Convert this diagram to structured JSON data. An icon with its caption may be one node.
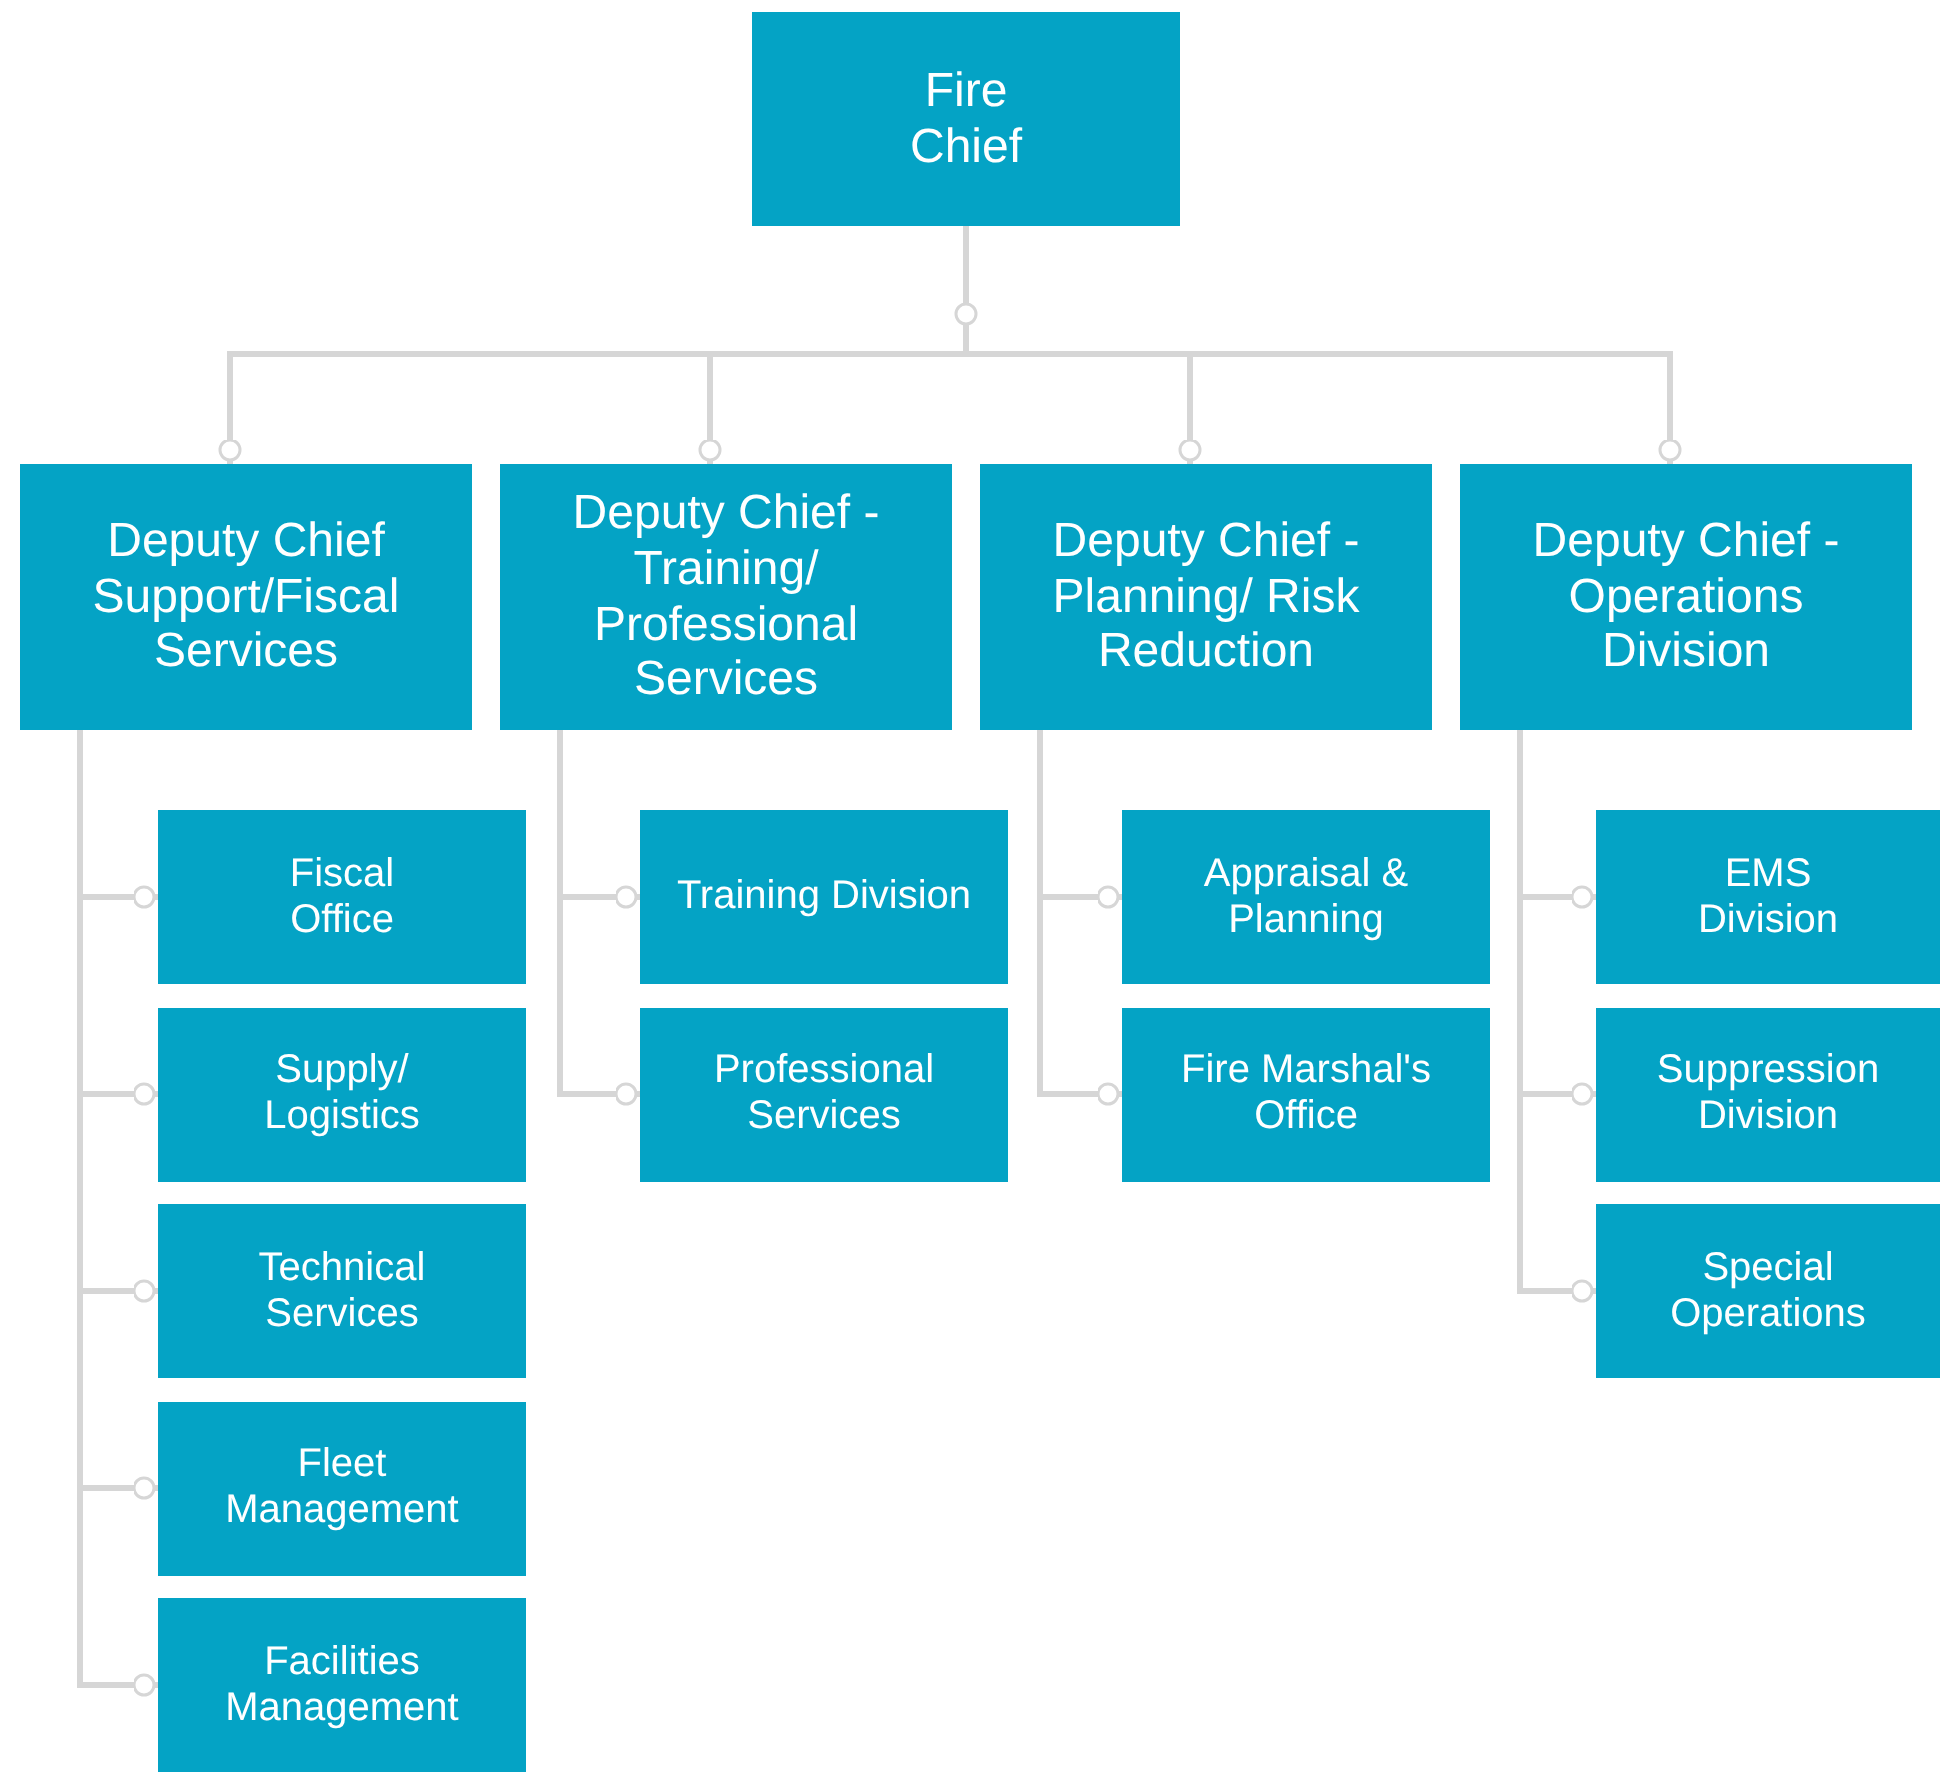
{
  "diagram": {
    "nodes": [
      {
        "text": [
          "Fire Chief"
        ]
      },
      {
        "text": [
          "Deputy Chief Support/Fiscal Services"
        ]
      },
      {
        "text": [
          "Deputy Chief - Training/ Professional Services"
        ]
      },
      {
        "text": [
          "Deputy Chief - Planning/ Risk Reduction"
        ]
      },
      {
        "text": [
          "Deputy Chief - Operations Division"
        ]
      },
      {
        "text": [
          "Fiscal Office"
        ]
      },
      {
        "text": [
          "Supply/ Logistics"
        ]
      },
      {
        "text": [
          "Technical Services"
        ]
      },
      {
        "text": [
          "Fleet Management"
        ]
      },
      {
        "text": [
          "Facilities Management"
        ]
      },
      {
        "text": [
          "Training Division"
        ]
      },
      {
        "text": [
          "Professional Services"
        ]
      },
      {
        "text": [
          "Appraisal & Planning"
        ]
      },
      {
        "text": [
          "Fire Marshal's Office"
        ]
      },
      {
        "text": [
          "EMS Division"
        ]
      },
      {
        "text": [
          "Suppression Division"
        ]
      },
      {
        "text": [
          "Special Operations"
        ]
      }
    ],
    "edges": [
      {
        "from": 0,
        "to": 1,
        "arrow": "other"
      },
      {
        "from": 0,
        "to": 2,
        "arrow": "other"
      },
      {
        "from": 0,
        "to": 3,
        "arrow": "other"
      },
      {
        "from": 0,
        "to": 4,
        "arrow": "other"
      },
      {
        "from": 1,
        "to": 5,
        "arrow": "other"
      },
      {
        "from": 1,
        "to": 6,
        "arrow": "other"
      },
      {
        "from": 1,
        "to": 7,
        "arrow": "other"
      },
      {
        "from": 1,
        "to": 8,
        "arrow": "other"
      },
      {
        "from": 1,
        "to": 9,
        "arrow": "other"
      },
      {
        "from": 2,
        "to": 10,
        "arrow": "other"
      },
      {
        "from": 2,
        "to": 11,
        "arrow": "other"
      },
      {
        "from": 3,
        "to": 12,
        "arrow": "other"
      },
      {
        "from": 3,
        "to": 13,
        "arrow": "other"
      },
      {
        "from": 4,
        "to": 14,
        "arrow": "other"
      },
      {
        "from": 4,
        "to": 15,
        "arrow": "other"
      },
      {
        "from": 4,
        "to": 16,
        "arrow": "other"
      }
    ]
  }
}
